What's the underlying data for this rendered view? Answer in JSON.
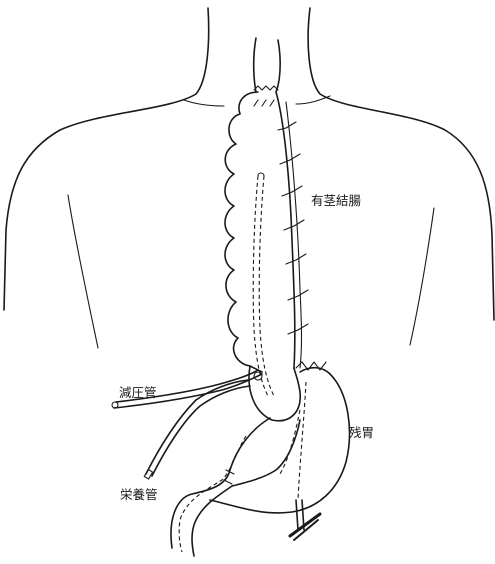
{
  "labels": {
    "colon": "有茎結腸",
    "decompression_tube": "減圧管",
    "feeding_tube": "栄養管",
    "remnant_stomach": "残胃"
  }
}
